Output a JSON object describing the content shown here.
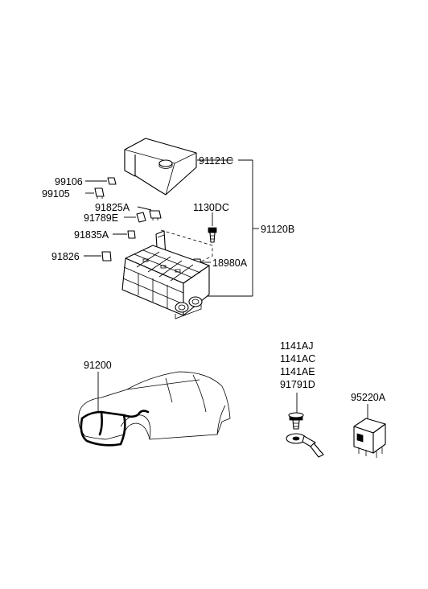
{
  "callouts": {
    "cover": "91121C",
    "assembly": "91120B",
    "fuse_99106": "99106",
    "fuse_99105": "99105",
    "fuse_91825a": "91825A",
    "fuse_91789e": "91789E",
    "bolt": "1130DC",
    "fuse_91835a": "91835A",
    "fuse_91826": "91826",
    "fuse_18980a": "18980A",
    "harness": "91200",
    "ground_1": "1141AJ",
    "ground_2": "1141AC",
    "ground_3": "1141AE",
    "ground_4": "91791D",
    "relay": "95220A"
  }
}
